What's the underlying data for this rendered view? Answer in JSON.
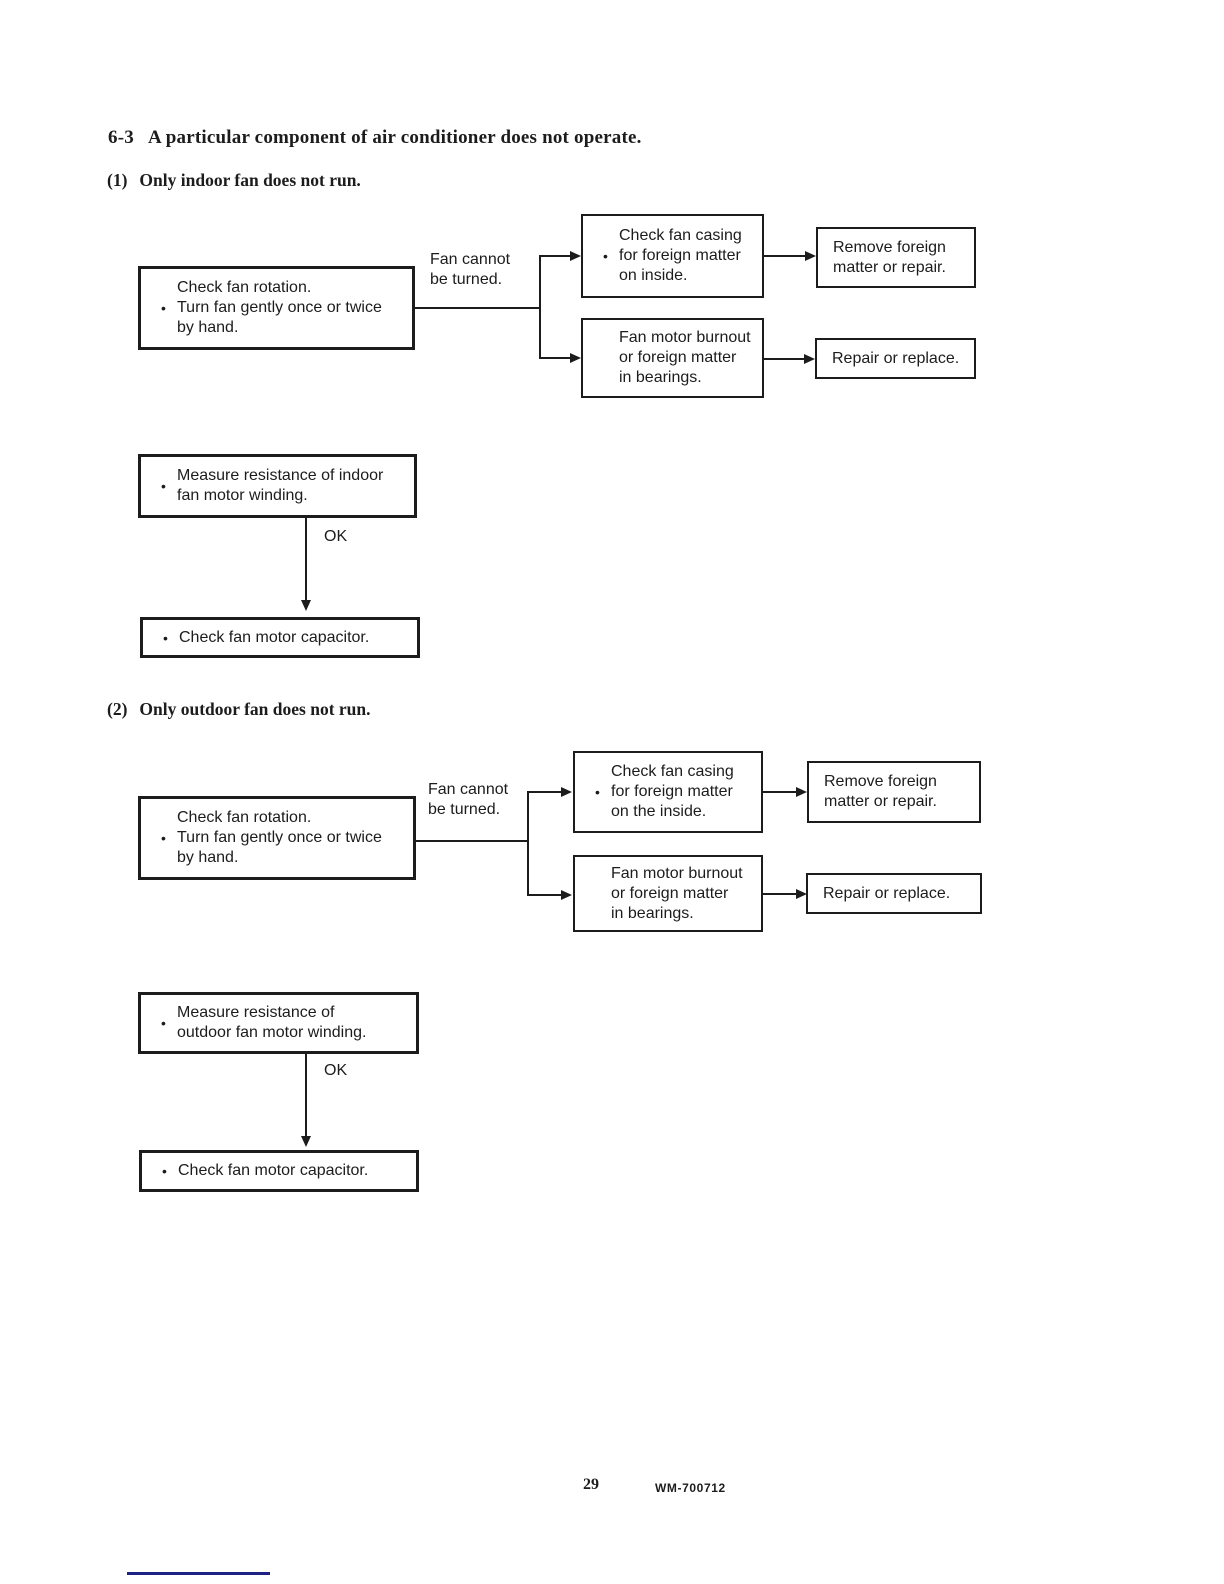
{
  "page": {
    "title": {
      "num": "6-3",
      "text": "A particular component of air conditioner does not operate."
    },
    "footer": {
      "page_number": "29",
      "doc_code": "WM-700712",
      "rule_color": "#1e2383"
    },
    "ink_color": "#1c1c1c"
  },
  "sections": [
    {
      "heading": {
        "num": "(1)",
        "text": "Only indoor fan does not run."
      },
      "flow": {
        "start": {
          "bullet": "•",
          "text": "Check fan rotation.\nTurn fan gently once or twice\nby hand."
        },
        "branch_label": "Fan cannot\nbe turned.",
        "causes": [
          {
            "bullet": "•",
            "text": "Check fan casing\nfor foreign matter\non inside."
          },
          {
            "bullet": "",
            "text": "Fan motor burnout\nor foreign matter\nin bearings."
          }
        ],
        "actions": [
          {
            "text": "Remove foreign\nmatter or repair."
          },
          {
            "text": "Repair or replace."
          }
        ],
        "measure": {
          "bullet": "•",
          "text": "Measure resistance of indoor\nfan motor winding."
        },
        "ok_label": "OK",
        "final": {
          "bullet": "•",
          "text": "Check fan motor capacitor."
        }
      }
    },
    {
      "heading": {
        "num": "(2)",
        "text": "Only outdoor fan does not run."
      },
      "flow": {
        "start": {
          "bullet": "•",
          "text": "Check fan rotation.\nTurn fan gently once or twice\nby hand."
        },
        "branch_label": "Fan cannot\nbe turned.",
        "causes": [
          {
            "bullet": "•",
            "text": "Check fan casing\nfor foreign matter\non the inside."
          },
          {
            "bullet": "",
            "text": "Fan motor burnout\nor foreign matter\nin bearings."
          }
        ],
        "actions": [
          {
            "text": "Remove foreign\nmatter or repair."
          },
          {
            "text": "Repair or replace."
          }
        ],
        "measure": {
          "bullet": "•",
          "text": "Measure resistance of\noutdoor fan motor winding."
        },
        "ok_label": "OK",
        "final": {
          "bullet": "•",
          "text": "Check fan motor capacitor."
        }
      }
    }
  ]
}
